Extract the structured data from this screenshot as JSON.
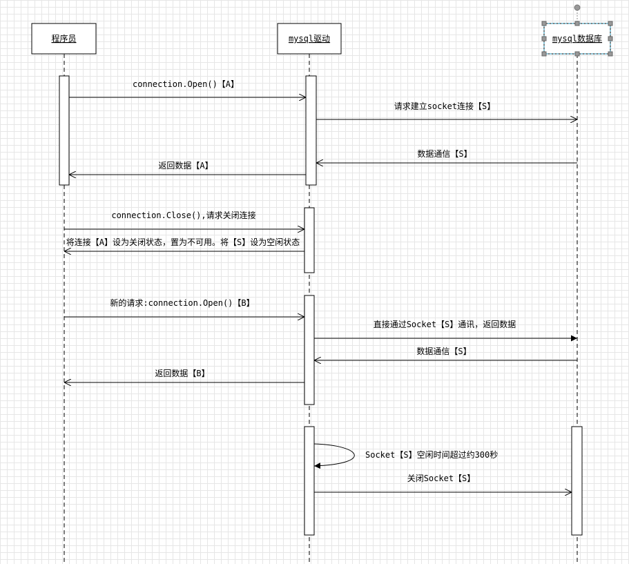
{
  "participants": {
    "programmer": "程序员",
    "driver": "mysql驱动",
    "database": "mysql数据库"
  },
  "messages": {
    "m1": "connection.Open()【A】",
    "m2": "请求建立socket连接【S】",
    "m3": "数据通信【S】",
    "m4": "返回数据【A】",
    "m5": "connection.Close(),请求关闭连接",
    "m6": "将连接【A】设为关闭状态，置为不可用。将【S】设为空闲状态",
    "m7": "新的请求:connection.Open()【B】",
    "m8": "直接通过Socket【S】通讯，返回数据",
    "m9": "数据通信【S】",
    "m10": "返回数据【B】",
    "m11": "Socket【S】空闲时间超过约300秒",
    "m12": "关闭Socket【S】"
  },
  "colors": {
    "line": "#000000",
    "selection": "#1e8fb4",
    "handle": "#888888"
  }
}
